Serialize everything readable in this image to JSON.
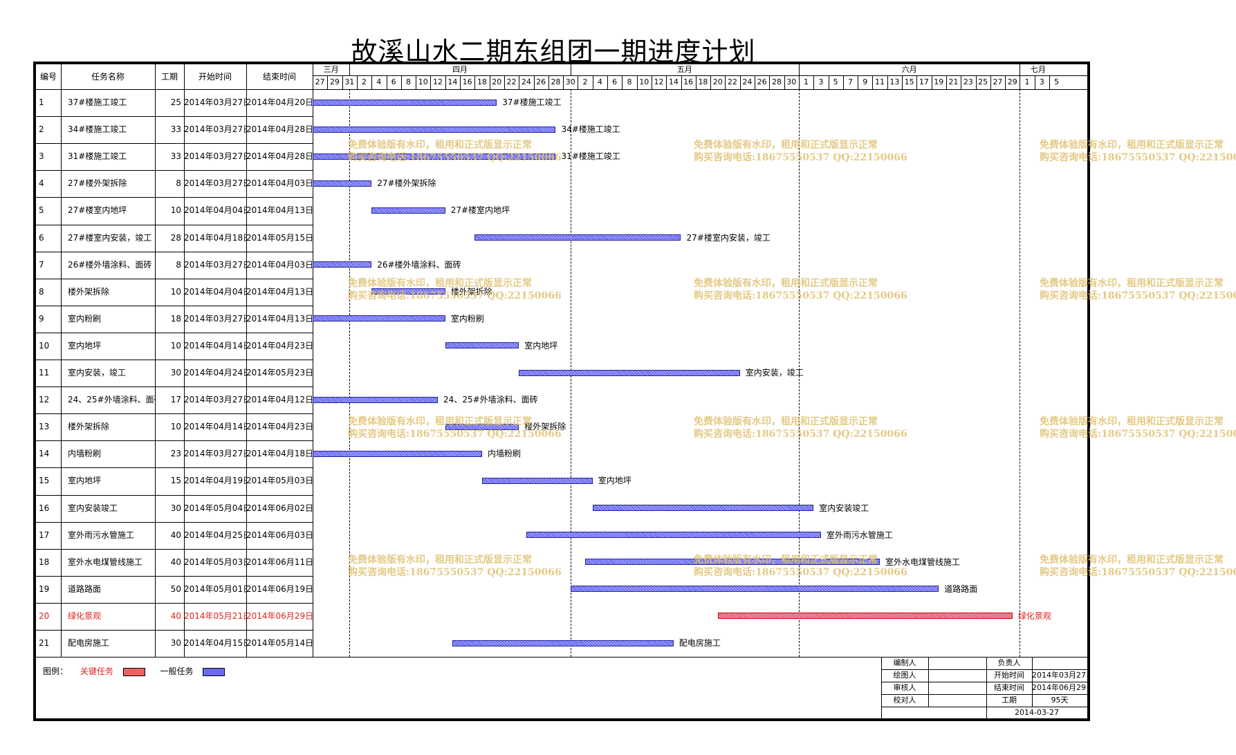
{
  "title": "故溪山水二期东组团一期进度计划",
  "colors": {
    "normal": "#6a6af0",
    "critical": "#f06060",
    "grid": "#000000",
    "watermark": "#e0c070"
  },
  "headers": {
    "id": "编号",
    "name": "任务名称",
    "duration": "工期",
    "start": "开始时间",
    "end": "结束时间"
  },
  "months": [
    "三月",
    "四月",
    "五月",
    "六月",
    "七月"
  ],
  "day_labels": [
    "27",
    "29",
    "31",
    "2",
    "4",
    "6",
    "8",
    "10",
    "12",
    "14",
    "16",
    "18",
    "20",
    "22",
    "24",
    "26",
    "28",
    "30",
    "2",
    "4",
    "6",
    "8",
    "10",
    "12",
    "14",
    "16",
    "18",
    "20",
    "22",
    "24",
    "26",
    "28",
    "30",
    "1",
    "3",
    "5",
    "7",
    "9",
    "11",
    "13",
    "15",
    "17",
    "19",
    "21",
    "23",
    "25",
    "27",
    "29",
    "1",
    "3",
    "5"
  ],
  "chart_data": {
    "type": "gantt",
    "title": "故溪山水二期东组团一期进度计划",
    "x_range": [
      "2014-03-27",
      "2014-07-05"
    ],
    "tasks": [
      {
        "id": "1",
        "name": "37#楼施工竣工",
        "duration": 25,
        "start": "2014年03月27日",
        "end": "2014年04月20日",
        "s": "2014-03-27",
        "e": "2014-04-20",
        "critical": false
      },
      {
        "id": "2",
        "name": "34#楼施工竣工",
        "duration": 33,
        "start": "2014年03月27日",
        "end": "2014年04月28日",
        "s": "2014-03-27",
        "e": "2014-04-28",
        "critical": false
      },
      {
        "id": "3",
        "name": "31#楼施工竣工",
        "duration": 33,
        "start": "2014年03月27日",
        "end": "2014年04月28日",
        "s": "2014-03-27",
        "e": "2014-04-28",
        "critical": false
      },
      {
        "id": "4",
        "name": "27#楼外架拆除",
        "duration": 8,
        "start": "2014年03月27日",
        "end": "2014年04月03日",
        "s": "2014-03-27",
        "e": "2014-04-03",
        "critical": false
      },
      {
        "id": "5",
        "name": "27#楼室内地坪",
        "duration": 10,
        "start": "2014年04月04日",
        "end": "2014年04月13日",
        "s": "2014-04-04",
        "e": "2014-04-13",
        "critical": false
      },
      {
        "id": "6",
        "name": "27#楼室内安装，竣工",
        "duration": 28,
        "start": "2014年04月18日",
        "end": "2014年05月15日",
        "s": "2014-04-18",
        "e": "2014-05-15",
        "critical": false
      },
      {
        "id": "7",
        "name": "26#楼外墙涂料、面砖",
        "duration": 8,
        "start": "2014年03月27日",
        "end": "2014年04月03日",
        "s": "2014-03-27",
        "e": "2014-04-03",
        "critical": false
      },
      {
        "id": "8",
        "name": "楼外架拆除",
        "duration": 10,
        "start": "2014年04月04日",
        "end": "2014年04月13日",
        "s": "2014-04-04",
        "e": "2014-04-13",
        "critical": false
      },
      {
        "id": "9",
        "name": "室内粉刷",
        "duration": 18,
        "start": "2014年03月27日",
        "end": "2014年04月13日",
        "s": "2014-03-27",
        "e": "2014-04-13",
        "critical": false
      },
      {
        "id": "10",
        "name": "室内地坪",
        "duration": 10,
        "start": "2014年04月14日",
        "end": "2014年04月23日",
        "s": "2014-04-14",
        "e": "2014-04-23",
        "critical": false
      },
      {
        "id": "11",
        "name": "室内安装，竣工",
        "duration": 30,
        "start": "2014年04月24日",
        "end": "2014年05月23日",
        "s": "2014-04-24",
        "e": "2014-05-23",
        "critical": false
      },
      {
        "id": "12",
        "name": "24、25#外墙涂料、面砖",
        "duration": 17,
        "start": "2014年03月27日",
        "end": "2014年04月12日",
        "s": "2014-03-27",
        "e": "2014-04-12",
        "critical": false
      },
      {
        "id": "13",
        "name": "楼外架拆除",
        "duration": 10,
        "start": "2014年04月14日",
        "end": "2014年04月23日",
        "s": "2014-04-14",
        "e": "2014-04-23",
        "critical": false
      },
      {
        "id": "14",
        "name": "内墙粉刷",
        "duration": 23,
        "start": "2014年03月27日",
        "end": "2014年04月18日",
        "s": "2014-03-27",
        "e": "2014-04-18",
        "critical": false
      },
      {
        "id": "15",
        "name": "室内地坪",
        "duration": 15,
        "start": "2014年04月19日",
        "end": "2014年05月03日",
        "s": "2014-04-19",
        "e": "2014-05-03",
        "critical": false
      },
      {
        "id": "16",
        "name": "室内安装竣工",
        "duration": 30,
        "start": "2014年05月04日",
        "end": "2014年06月02日",
        "s": "2014-05-04",
        "e": "2014-06-02",
        "critical": false
      },
      {
        "id": "17",
        "name": "室外雨污水管施工",
        "duration": 40,
        "start": "2014年04月25日",
        "end": "2014年06月03日",
        "s": "2014-04-25",
        "e": "2014-06-03",
        "critical": false
      },
      {
        "id": "18",
        "name": "室外水电煤管线施工",
        "duration": 40,
        "start": "2014年05月03日",
        "end": "2014年06月11日",
        "s": "2014-05-03",
        "e": "2014-06-11",
        "critical": false
      },
      {
        "id": "19",
        "name": "道路路面",
        "duration": 50,
        "start": "2014年05月01日",
        "end": "2014年06月19日",
        "s": "2014-05-01",
        "e": "2014-06-19",
        "critical": false
      },
      {
        "id": "20",
        "name": "绿化景观",
        "duration": 40,
        "start": "2014年05月21日",
        "end": "2014年06月29日",
        "s": "2014-05-21",
        "e": "2014-06-29",
        "critical": true
      },
      {
        "id": "21",
        "name": "配电房施工",
        "duration": 30,
        "start": "2014年04月15日",
        "end": "2014年05月14日",
        "s": "2014-04-15",
        "e": "2014-05-14",
        "critical": false
      }
    ]
  },
  "legend": {
    "label": "图例：",
    "critical": "关键任务",
    "normal": "一般任务"
  },
  "info": {
    "compiler": "编制人",
    "leader": "负责人",
    "drawer": "绘图人",
    "checker": "审核人",
    "proofreader": "校对人",
    "start_label": "开始时间",
    "start_value": "2014年03月27日",
    "end_label": "结束时间",
    "end_value": "2014年06月29日",
    "duration_label": "工期",
    "duration_value": "95天",
    "date": "2014-03-27"
  },
  "watermark": {
    "line1": "免费体验版有水印，租用和正式版显示正常",
    "line2": "购买咨询电话:18675550537 QQ:22150066"
  }
}
